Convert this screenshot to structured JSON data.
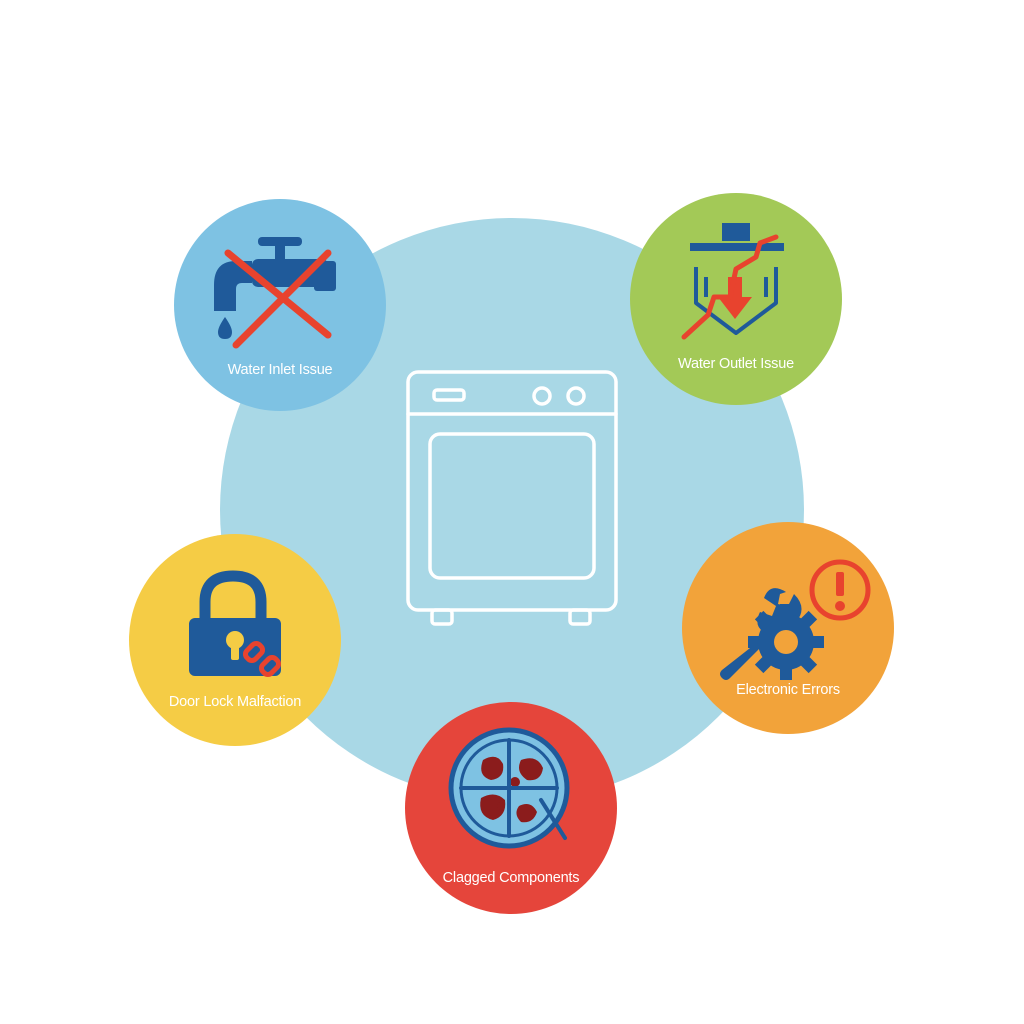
{
  "colors": {
    "hub": "#a9d8e6",
    "appliance_outline": "#ffffff",
    "label_text": "#ffffff",
    "icon_dark_blue": "#1f5a9a",
    "icon_red": "#e8432e"
  },
  "center": {
    "icon": "washing-machine-icon"
  },
  "nodes": [
    {
      "id": "inlet",
      "label": "Water Inlet Issue",
      "icon": "faucet-icon",
      "color": "#7ec2e3"
    },
    {
      "id": "outlet",
      "label": "Water Outlet Issue",
      "icon": "drain-icon",
      "color": "#a3c957"
    },
    {
      "id": "door",
      "label": "Door Lock Malfaction",
      "icon": "padlock-icon",
      "color": "#f5cc45"
    },
    {
      "id": "elec",
      "label": "Electronic Errors",
      "icon": "wrench-gear-icon",
      "color": "#f2a33a"
    },
    {
      "id": "clog",
      "label": "Clagged Components",
      "icon": "clogged-filter-icon",
      "color": "#e5453b"
    }
  ]
}
